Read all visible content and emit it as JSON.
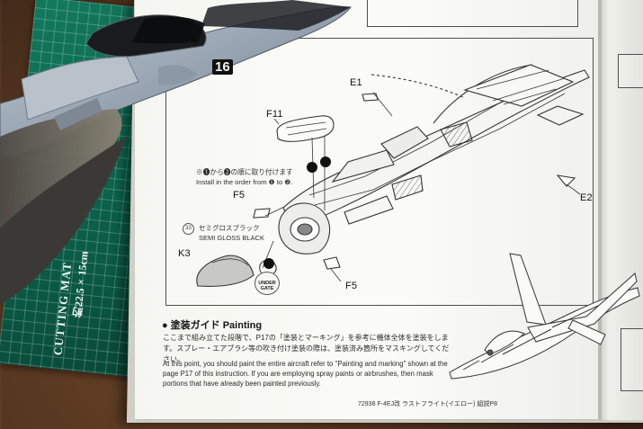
{
  "model_label": "16",
  "mat": {
    "label": "CUTTING MAT",
    "size": "約22.5×15cm"
  },
  "diagram": {
    "part_labels": {
      "e1": "E1",
      "f11": "F11",
      "f5_upper": "F5",
      "k3": "K3",
      "f5_lower": "F5",
      "e2": "E2"
    },
    "install_order_ja": "※❶から❷の順に取り付けます",
    "install_order_en": "Install in the order from ❶ to ❷.",
    "paint_code": "33",
    "paint_ja": "セミグロスブラック",
    "paint_en": "SEMI GLOSS BLACK",
    "under_gate": "UNDER GATE"
  },
  "painting": {
    "heading": "塗装ガイド Painting",
    "japanese_text": "ここまで組み立てた段階で、P17の「塗装とマーキング」を参考に機体全体を塗装をします。スプレー・エアブラシ等の吹き付け塗装の際は、塗装済み箇所をマスキングしてください。",
    "english_text": "At this point, you should paint the entire aircraft refer to \"Painting and marking\" shown at the page P17 of this instruction. If you are employing spray paints or airbrushes, then mask portions that have already been painted previously."
  },
  "footer": "72938  F-4EJ改 ラストフライト(イエロー) 組説P8",
  "colors": {
    "wood": "#4c301d",
    "mat": "#0a5b45",
    "paper": "#f8f8f4",
    "model_gray": "#9aa6b4",
    "ink": "#222222"
  }
}
